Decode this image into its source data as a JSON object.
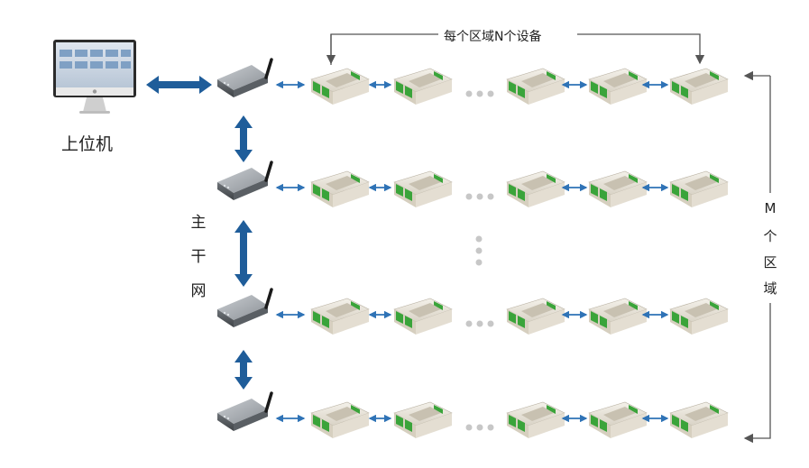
{
  "host_computer": {
    "label": "上位机",
    "icon": "imac-computer-icon"
  },
  "backbone_label": [
    "主",
    "干",
    "网"
  ],
  "devices_per_zone_label": "每个区域N个设备",
  "zones_label": [
    "M",
    "个",
    "区",
    "域"
  ],
  "ellipsis_icon": "dots-icon",
  "colors": {
    "arrow_blue": "#1f5d9a",
    "small_arrow_blue": "#2f73b6",
    "line_gray": "#555555",
    "device_green": "#3aa43a",
    "device_body": "#ece7dc",
    "gateway_gray": "#7d8287"
  },
  "rows": [
    {
      "gateway": "wireless-gateway",
      "modules_before_gap": 2,
      "modules_after_gap": 3
    },
    {
      "gateway": "wireless-gateway",
      "modules_before_gap": 2,
      "modules_after_gap": 3
    },
    {
      "gateway": "wireless-gateway",
      "modules_before_gap": 2,
      "modules_after_gap": 3
    },
    {
      "gateway": "wireless-gateway",
      "modules_before_gap": 2,
      "modules_after_gap": 3
    }
  ]
}
